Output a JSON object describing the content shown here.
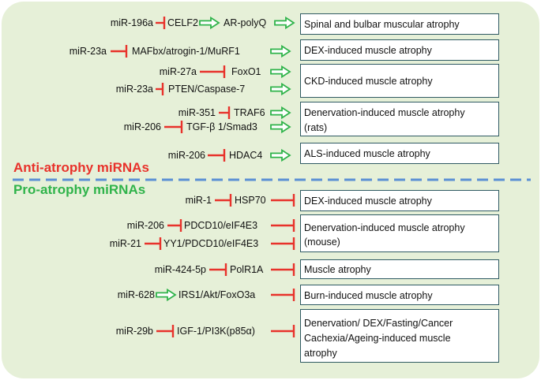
{
  "sections": {
    "anti_title": "Anti-atrophy miRNAs",
    "pro_title": "Pro-atrophy miRNAs"
  },
  "colors": {
    "background": "#e6f0d8",
    "inhibit": "#e8322b",
    "activate": "#2fb34a",
    "anti_title": "#e8322b",
    "pro_title": "#2fb34a",
    "divider": "#5b8fd4",
    "box_border": "#2f5a63"
  },
  "anti_rows": [
    {
      "mirna": "miR-196a",
      "target": "CELF2",
      "mid": "AR-polyQ",
      "outcome": "Spinal and bulbar muscular atrophy"
    },
    {
      "mirna": "miR-23a",
      "target": "MAFbx/atrogin-1/MuRF1",
      "outcome": "DEX-induced muscle atrophy"
    },
    {
      "mirna": "miR-27a",
      "target": "FoxO1",
      "outcome": "CKD-induced muscle atrophy"
    },
    {
      "mirna": "miR-23a",
      "target": "PTEN/Caspase-7"
    },
    {
      "mirna": "miR-351",
      "target": "TRAF6",
      "outcome": "Denervation-induced muscle atrophy",
      "outcome2": "(rats)"
    },
    {
      "mirna": "miR-206",
      "target": "TGF-β 1/Smad3"
    },
    {
      "mirna": "miR-206",
      "target": "HDAC4",
      "outcome": "ALS-induced muscle atrophy"
    }
  ],
  "pro_rows": [
    {
      "mirna": "miR-1",
      "target": "HSP70",
      "outcome": "DEX-induced muscle atrophy"
    },
    {
      "mirna": "miR-206",
      "target": "PDCD10/eIF4E3",
      "outcome": "Denervation-induced muscle atrophy",
      "outcome2": "(mouse)"
    },
    {
      "mirna": "miR-21",
      "target": "YY1/PDCD10/eIF4E3"
    },
    {
      "mirna": "miR-424-5p",
      "target": "PolR1A",
      "outcome": "Muscle atrophy"
    },
    {
      "mirna": "miR-628",
      "target": "IRS1/Akt/FoxO3a",
      "outcome": "Burn-induced muscle atrophy"
    },
    {
      "mirna": "miR-29b",
      "target": "IGF-1/PI3K(p85α)",
      "outcome": "Denervation/ DEX/Fasting/Cancer",
      "outcome2": "Cachexia/Ageing-induced muscle",
      "outcome3": "atrophy"
    }
  ]
}
